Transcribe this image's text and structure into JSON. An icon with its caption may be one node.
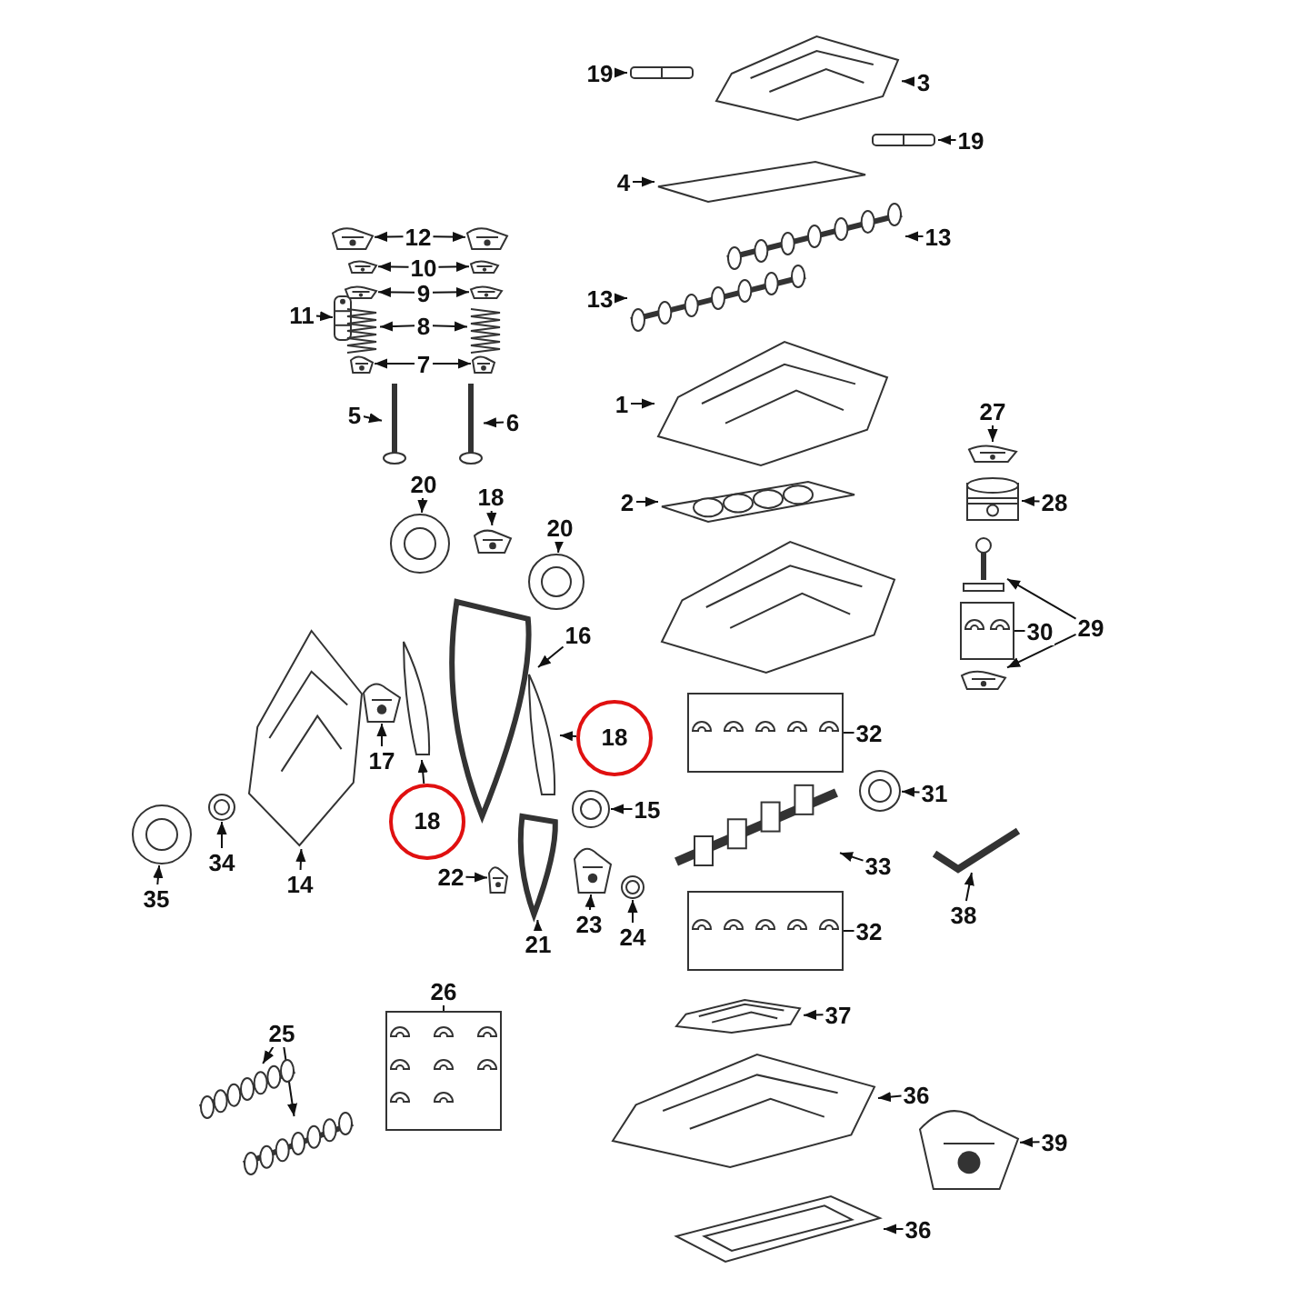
{
  "diagram": {
    "nodes": [
      {
        "text": [
          "19"
        ]
      },
      {
        "text": [],
        "shape": "picture"
      },
      {
        "text": [
          "3"
        ]
      },
      {
        "text": [],
        "shape": "picture"
      },
      {
        "text": [
          "19"
        ]
      },
      {
        "text": [],
        "shape": "picture"
      },
      {
        "text": [
          "4"
        ]
      },
      {
        "text": [],
        "shape": "picture"
      },
      {
        "text": [
          "12"
        ]
      },
      {
        "text": [],
        "shape": "picture"
      },
      {
        "text": [],
        "shape": "picture"
      },
      {
        "text": [
          "10"
        ]
      },
      {
        "text": [],
        "shape": "picture"
      },
      {
        "text": [],
        "shape": "picture"
      },
      {
        "text": [
          "9"
        ]
      },
      {
        "text": [],
        "shape": "picture"
      },
      {
        "text": [],
        "shape": "picture"
      },
      {
        "text": [
          "13"
        ]
      },
      {
        "text": [],
        "shape": "picture"
      },
      {
        "text": [
          "11"
        ]
      },
      {
        "text": [],
        "shape": "picture"
      },
      {
        "text": [
          "8"
        ]
      },
      {
        "text": [],
        "shape": "picture"
      },
      {
        "text": [],
        "shape": "picture"
      },
      {
        "text": [
          "7"
        ]
      },
      {
        "text": [],
        "shape": "picture"
      },
      {
        "text": [],
        "shape": "picture"
      },
      {
        "text": [
          "13"
        ]
      },
      {
        "text": [],
        "shape": "picture"
      },
      {
        "text": [
          "5"
        ]
      },
      {
        "text": [],
        "shape": "picture"
      },
      {
        "text": [
          "6"
        ]
      },
      {
        "text": [],
        "shape": "picture"
      },
      {
        "text": [
          "1"
        ]
      },
      {
        "text": [],
        "shape": "picture"
      },
      {
        "text": [
          "27"
        ]
      },
      {
        "text": [],
        "shape": "picture"
      },
      {
        "text": [
          "28"
        ]
      },
      {
        "text": [],
        "shape": "picture"
      },
      {
        "text": [
          "2"
        ]
      },
      {
        "text": [],
        "shape": "picture"
      },
      {
        "text": [
          "20"
        ]
      },
      {
        "text": [],
        "shape": "picture"
      },
      {
        "text": [
          "18"
        ]
      },
      {
        "text": [],
        "shape": "picture"
      },
      {
        "text": [
          "20"
        ]
      },
      {
        "text": [],
        "shape": "picture"
      },
      {
        "text": [
          "29"
        ]
      },
      {
        "text": [],
        "shape": "picture"
      },
      {
        "text": [
          "30"
        ]
      },
      {
        "text": [],
        "shape": "picture"
      },
      {
        "text": [],
        "shape": "picture"
      },
      {
        "text": [
          "16"
        ]
      },
      {
        "text": [],
        "shape": "picture"
      },
      {
        "text": [
          "17"
        ]
      },
      {
        "text": [],
        "shape": "picture"
      },
      {
        "text": [
          "18"
        ]
      },
      {
        "text": [],
        "shape": "picture"
      },
      {
        "text": [
          "18"
        ]
      },
      {
        "text": [],
        "shape": "picture"
      },
      {
        "text": [
          "32"
        ]
      },
      {
        "text": [],
        "shape": "picture"
      },
      {
        "text": [
          "31"
        ]
      },
      {
        "text": [],
        "shape": "picture"
      },
      {
        "text": [
          "15"
        ]
      },
      {
        "text": [],
        "shape": "picture"
      },
      {
        "text": [
          "33"
        ]
      },
      {
        "text": [],
        "shape": "picture"
      },
      {
        "text": [
          "34"
        ]
      },
      {
        "text": [],
        "shape": "picture"
      },
      {
        "text": [
          "35"
        ]
      },
      {
        "text": [],
        "shape": "picture"
      },
      {
        "text": [
          "14"
        ]
      },
      {
        "text": [],
        "shape": "picture"
      },
      {
        "text": [
          "22"
        ]
      },
      {
        "text": [],
        "shape": "picture"
      },
      {
        "text": [
          "23"
        ]
      },
      {
        "text": [],
        "shape": "picture"
      },
      {
        "text": [
          "24"
        ]
      },
      {
        "text": [],
        "shape": "picture"
      },
      {
        "text": [
          "21"
        ]
      },
      {
        "text": [],
        "shape": "picture"
      },
      {
        "text": [
          "38"
        ]
      },
      {
        "text": [],
        "shape": "picture"
      },
      {
        "text": [
          "32"
        ]
      },
      {
        "text": [],
        "shape": "picture"
      },
      {
        "text": [
          "26"
        ]
      },
      {
        "text": [],
        "shape": "picture"
      },
      {
        "text": [
          "37"
        ]
      },
      {
        "text": [],
        "shape": "picture"
      },
      {
        "text": [
          "25"
        ]
      },
      {
        "text": [],
        "shape": "picture"
      },
      {
        "text": [],
        "shape": "picture"
      },
      {
        "text": [
          "36"
        ]
      },
      {
        "text": [],
        "shape": "picture"
      },
      {
        "text": [
          "39"
        ]
      },
      {
        "text": [],
        "shape": "picture"
      },
      {
        "text": [
          "36"
        ]
      },
      {
        "text": [],
        "shape": "picture"
      }
    ],
    "edges": [
      {
        "from": 0,
        "to": 1,
        "arrow": "to"
      },
      {
        "from": 2,
        "to": 3,
        "arrow": "to"
      },
      {
        "from": 4,
        "to": 5,
        "arrow": "to"
      },
      {
        "from": 6,
        "to": 7,
        "arrow": "to"
      },
      {
        "from": 8,
        "to": 9,
        "arrow": "to"
      },
      {
        "from": 8,
        "to": 10,
        "arrow": "to"
      },
      {
        "from": 11,
        "to": 12,
        "arrow": "to"
      },
      {
        "from": 11,
        "to": 13,
        "arrow": "to"
      },
      {
        "from": 14,
        "to": 15,
        "arrow": "to"
      },
      {
        "from": 14,
        "to": 16,
        "arrow": "to"
      },
      {
        "from": 17,
        "to": 18,
        "arrow": "to"
      },
      {
        "from": 19,
        "to": 20,
        "arrow": "to"
      },
      {
        "from": 21,
        "to": 22,
        "arrow": "to"
      },
      {
        "from": 21,
        "to": 23,
        "arrow": "to"
      },
      {
        "from": 24,
        "to": 25,
        "arrow": "to"
      },
      {
        "from": 24,
        "to": 26,
        "arrow": "to"
      },
      {
        "from": 27,
        "to": 28,
        "arrow": "to"
      },
      {
        "from": 29,
        "to": 30,
        "arrow": "to"
      },
      {
        "from": 31,
        "to": 32,
        "arrow": "to"
      },
      {
        "from": 33,
        "to": 34,
        "arrow": "to"
      },
      {
        "from": 35,
        "to": 36,
        "arrow": "to"
      },
      {
        "from": 37,
        "to": 38,
        "arrow": "to"
      },
      {
        "from": 39,
        "to": 40,
        "arrow": "to"
      },
      {
        "from": 41,
        "to": 42,
        "arrow": "to"
      },
      {
        "from": 43,
        "to": 44,
        "arrow": "to"
      },
      {
        "from": 45,
        "to": 46,
        "arrow": "to"
      },
      {
        "from": 47,
        "to": 48,
        "arrow": "to"
      },
      {
        "from": 47,
        "to": 51,
        "arrow": "to"
      },
      {
        "from": 49,
        "to": 50,
        "arrow": "none"
      },
      {
        "from": 52,
        "to": 53,
        "arrow": "to"
      },
      {
        "from": 54,
        "to": 55,
        "arrow": "to"
      },
      {
        "from": 56,
        "to": 57,
        "arrow": "to"
      },
      {
        "from": 58,
        "to": 59,
        "arrow": "to"
      },
      {
        "from": 60,
        "to": 61,
        "arrow": "none"
      },
      {
        "from": 62,
        "to": 63,
        "arrow": "to"
      },
      {
        "from": 64,
        "to": 65,
        "arrow": "to"
      },
      {
        "from": 66,
        "to": 67,
        "arrow": "to"
      },
      {
        "from": 68,
        "to": 69,
        "arrow": "to"
      },
      {
        "from": 70,
        "to": 71,
        "arrow": "to"
      },
      {
        "from": 72,
        "to": 73,
        "arrow": "to"
      },
      {
        "from": 74,
        "to": 75,
        "arrow": "to"
      },
      {
        "from": 76,
        "to": 77,
        "arrow": "to"
      },
      {
        "from": 78,
        "to": 79,
        "arrow": "to"
      },
      {
        "from": 80,
        "to": 81,
        "arrow": "to"
      },
      {
        "from": 82,
        "to": 83,
        "arrow": "to"
      },
      {
        "from": 84,
        "to": 85,
        "arrow": "none"
      },
      {
        "from": 86,
        "to": 87,
        "arrow": "none"
      },
      {
        "from": 88,
        "to": 89,
        "arrow": "to"
      },
      {
        "from": 90,
        "to": 91,
        "arrow": "to"
      },
      {
        "from": 90,
        "to": 92,
        "arrow": "to"
      },
      {
        "from": 93,
        "to": 94,
        "arrow": "to"
      },
      {
        "from": 95,
        "to": 96,
        "arrow": "to"
      },
      {
        "from": 97,
        "to": 98,
        "arrow": "to"
      }
    ]
  }
}
